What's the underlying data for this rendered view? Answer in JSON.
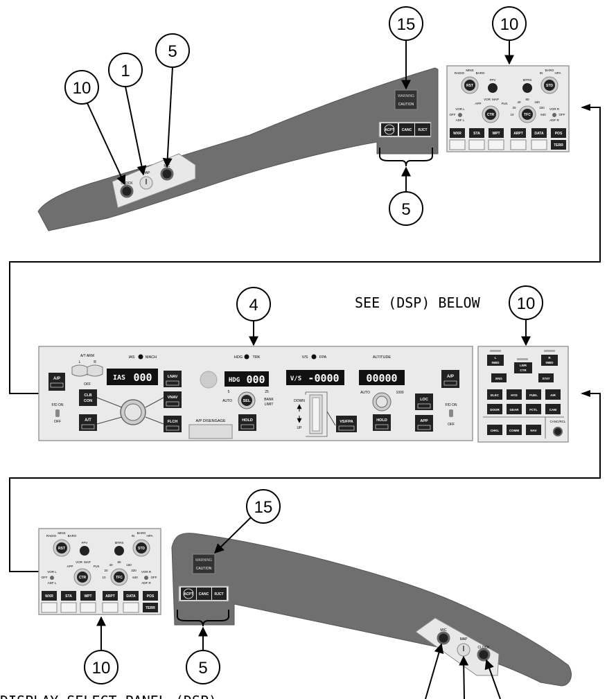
{
  "callouts": {
    "c10a": "10",
    "c1": "1",
    "c5a": "5",
    "c15a": "15",
    "c5b": "5",
    "c10b": "10",
    "c4": "4",
    "c10c": "10",
    "c15b": "15",
    "c10d": "10",
    "c5c": "5"
  },
  "see_dsp_below": "SEE (DSP) BELOW",
  "glareshield": {
    "clock": "CLOCK",
    "map": "MAP",
    "mic": "MIC",
    "warning": "WARNING",
    "caution": "CAUTION",
    "acpt": "ACPT",
    "canc": "CANC",
    "rjct": "RJCT"
  },
  "efis": {
    "radio": "RADIO",
    "mins": "MINS",
    "baro": "BARO",
    "rst": "RST",
    "fpv": "FPV",
    "mtrs": "MTRS",
    "in": "IN",
    "hpa": "HPA",
    "std": "STD",
    "vor_l": "VOR L",
    "off": "OFF",
    "adf_l": "ADF L",
    "app": "APP",
    "vor": "VOR",
    "map": "MAP",
    "pln": "PLN",
    "ctr": "CTR",
    "r40": "40",
    "r80": "80",
    "r160": "160",
    "r20": "20",
    "r320": "320",
    "r10": "10",
    "r640": "640",
    "tfc": "TFC",
    "vor_r": "VOR R",
    "adf_r": "ADF R",
    "buttons": [
      "WXR",
      "STA",
      "WPT",
      "ARPT",
      "DATA",
      "POS"
    ],
    "terr": "TERR"
  },
  "mcp": {
    "at_arm": "A/T ARM",
    "l": "L",
    "r": "R",
    "off": "OFF",
    "ias": "IAS",
    "mach": "MACH",
    "ias_label": "IAS",
    "ias_value": "000",
    "ap": "A/P",
    "fd_on": "F/D ON",
    "fd_off": "OFF",
    "clb_con": "CLB\nCON",
    "clb": "CLB",
    "con": "CON",
    "at": "A/T",
    "lnav": "LNAV",
    "vnav": "VNAV",
    "flch": "FLCH",
    "ap_disengage": "A/P DISENGAGE",
    "hdg": "HDG",
    "trk": "TRK",
    "hdg_label": "HDG",
    "hdg_value": "000",
    "auto": "AUTO",
    "sel": "SEL",
    "bank": "BANK",
    "limit": "LIMIT",
    "b5": "5",
    "b25": "25",
    "hold": "HOLD",
    "vs": "V/S",
    "fpa": "FPA",
    "vs_label": "V/S",
    "vs_value": "-0000",
    "down": "DOWN",
    "up": "UP",
    "vs_fpa": "VS/FPA",
    "altitude": "ALTITUDE",
    "alt_value": "00000",
    "alt_auto": "AUTO",
    "alt_1000": "1000",
    "loc": "LOC",
    "app": "APP"
  },
  "dsp": {
    "l_inbd": "L INBD",
    "lwr_ctr": "LWR CTR",
    "r_inbd": "R INBD",
    "eng": "ENG",
    "stat": "STAT",
    "elec": "ELEC",
    "hyd": "HYD",
    "fuel": "FUEL",
    "air": "AIR",
    "door": "DOOR",
    "gear": "GEAR",
    "fctl": "FCTL",
    "cam": "CAM",
    "chkl": "CHKL",
    "comm": "COMM",
    "nav": "NAV",
    "canc_rcl": "CANC/RCL"
  },
  "caption": "DISPLAY SELECT PANEL (DSP)"
}
